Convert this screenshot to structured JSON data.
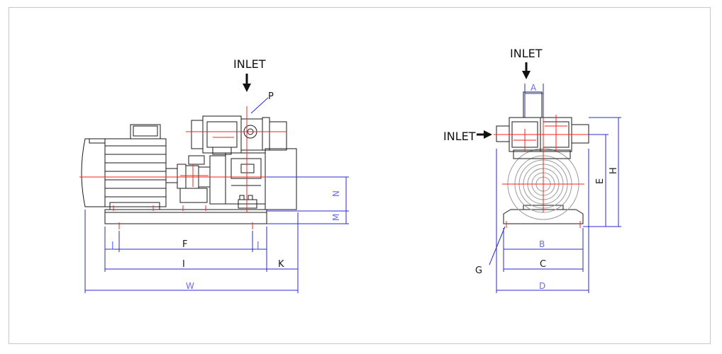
{
  "left_view": {
    "inlet_label": "INLET",
    "dims": {
      "P": "P",
      "F": "F",
      "J_left": "J",
      "J_right": "J",
      "I": "I",
      "K": "K",
      "W": "W",
      "N": "N",
      "M": "M"
    }
  },
  "right_view": {
    "inlet_top_label": "INLET",
    "inlet_side_label": "INLET",
    "dims": {
      "A": "A",
      "B": "B",
      "C": "C",
      "D": "D",
      "E": "E",
      "H": "H",
      "G": "G"
    }
  },
  "colors": {
    "outline": "#1a1a1a",
    "center_line": "#ff2020",
    "dimension": "#2a2ad8"
  }
}
